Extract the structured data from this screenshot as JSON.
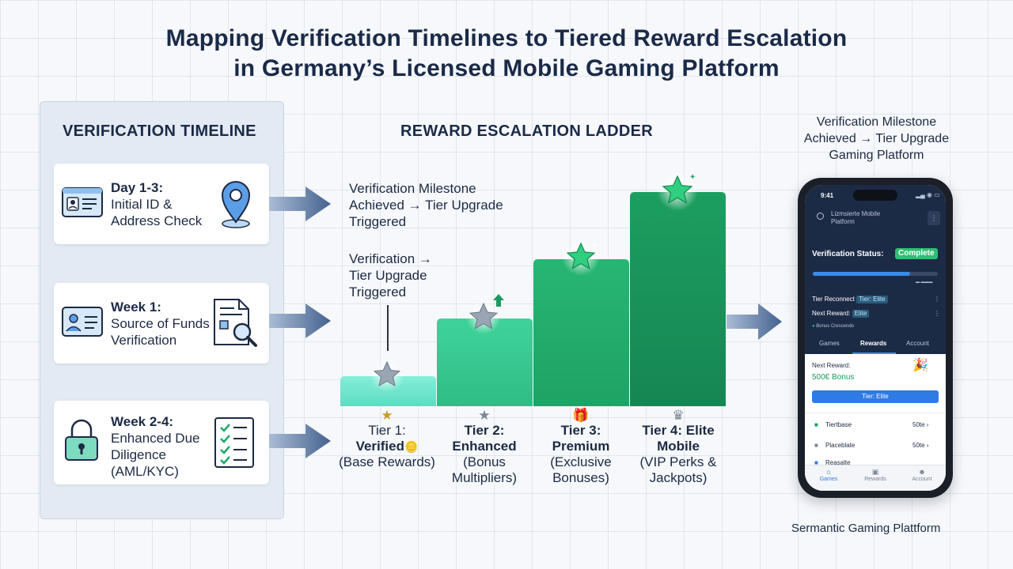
{
  "title": {
    "line1": "Mapping Verification Timelines to Tiered Reward Escalation",
    "line2": "in Germany’s Licensed Mobile Gaming Platform"
  },
  "timeline": {
    "heading": "VERIFICATION TIMELINE",
    "steps": [
      {
        "period": "Day 1-3:",
        "line1": "Initial ID &",
        "line2": "Address Check",
        "line3": "",
        "left_icon": "id-card-icon",
        "right_icon": "location-pin-icon"
      },
      {
        "period": "Week 1:",
        "line1": "Source of Funds",
        "line2": "Verification",
        "line3": "",
        "left_icon": "profile-card-icon",
        "right_icon": "document-search-icon"
      },
      {
        "period": "Week 2-4:",
        "line1": "Enhanced Due",
        "line2": "Diligence",
        "line3": "(AML/KYC)",
        "left_icon": "padlock-icon",
        "right_icon": "checklist-icon"
      }
    ]
  },
  "ladder": {
    "heading": "REWARD ESCALATION LADDER",
    "note_top": {
      "line1": "Verification Milestone",
      "line2": "Achieved → Tier Upgrade",
      "line3": "Triggered"
    },
    "note_mid": {
      "line1": "Verification →",
      "line2": "Tier Upgrade",
      "line3": "Triggered"
    },
    "tiers": [
      {
        "icon": "★",
        "line1": "Tier 1:",
        "line2": "Verified",
        "line2_suffix": "🪙",
        "line3": "(Base Rewards)",
        "line4": "",
        "color": "#6fe8cf"
      },
      {
        "icon": "★",
        "line1": "Tier 2:",
        "line2": "Enhanced",
        "line3": "(Bonus",
        "line4": "Multipliers)",
        "color": "#35c98e"
      },
      {
        "icon": "🎁",
        "line1": "Tier 3:",
        "line2": "Premium",
        "line3": "(Exclusive",
        "line4": "Bonuses)",
        "color": "#23ad6c"
      },
      {
        "icon": "♛",
        "line1": "Tier 4: Elite",
        "line2": "Mobile",
        "line3": "(VIP Perks &",
        "line4": "Jackpots)",
        "color": "#1a945b"
      }
    ]
  },
  "phone": {
    "caption": {
      "line1": "Verification Milestone",
      "line2": "Achieved → Tier Upgrade",
      "line3": "Gaming Platform"
    },
    "time": "9:41",
    "app_title_line1": "Lizmsierte Mobile",
    "app_title_line2": "Platform",
    "status_label": "Verification Status:",
    "status_value": "Complete",
    "progress": 0.78,
    "tier_row_label": "Tier Reconnect",
    "tier_row_chip": "Tier: Elite",
    "next_row_label": "Next Reward:",
    "next_row_chip": "Elite",
    "status_dot_text": "Bonus Crescendo",
    "tabs": [
      "Games",
      "Rewards",
      "Account"
    ],
    "reward_label": "Next Reward:",
    "reward_value": "500€ Bonus",
    "reward_button": "Tier: Elite",
    "list": [
      {
        "label": "Tiertbase",
        "value": "50te ›"
      },
      {
        "label": "Placeblate",
        "value": "50te ›"
      },
      {
        "label": "Reasalte",
        "value": ""
      }
    ],
    "nav": [
      "Games",
      "Rewards",
      "Account"
    ]
  },
  "footer": "Sermantic Gaming Plattform",
  "colors": {
    "title": "#1a2a48",
    "arrow": "#4a6792",
    "tier1": "#6fe8cf",
    "tier2": "#35c98e",
    "tier3": "#23ad6c",
    "tier4": "#1a945b",
    "phone_header": "#1c2b45",
    "accent_blue": "#2f7be6",
    "status_green": "#2fbf73"
  }
}
